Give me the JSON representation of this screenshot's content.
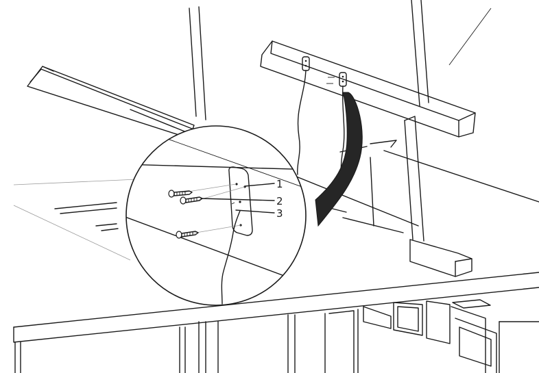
{
  "callouts": [
    {
      "number": "1",
      "part": "mounting-plate"
    },
    {
      "number": "2",
      "part": "screw"
    },
    {
      "number": "3",
      "part": "cable"
    }
  ],
  "colors": {
    "stroke": "#1a1a1a",
    "arrow_fill": "#262626",
    "background": "#ffffff"
  }
}
